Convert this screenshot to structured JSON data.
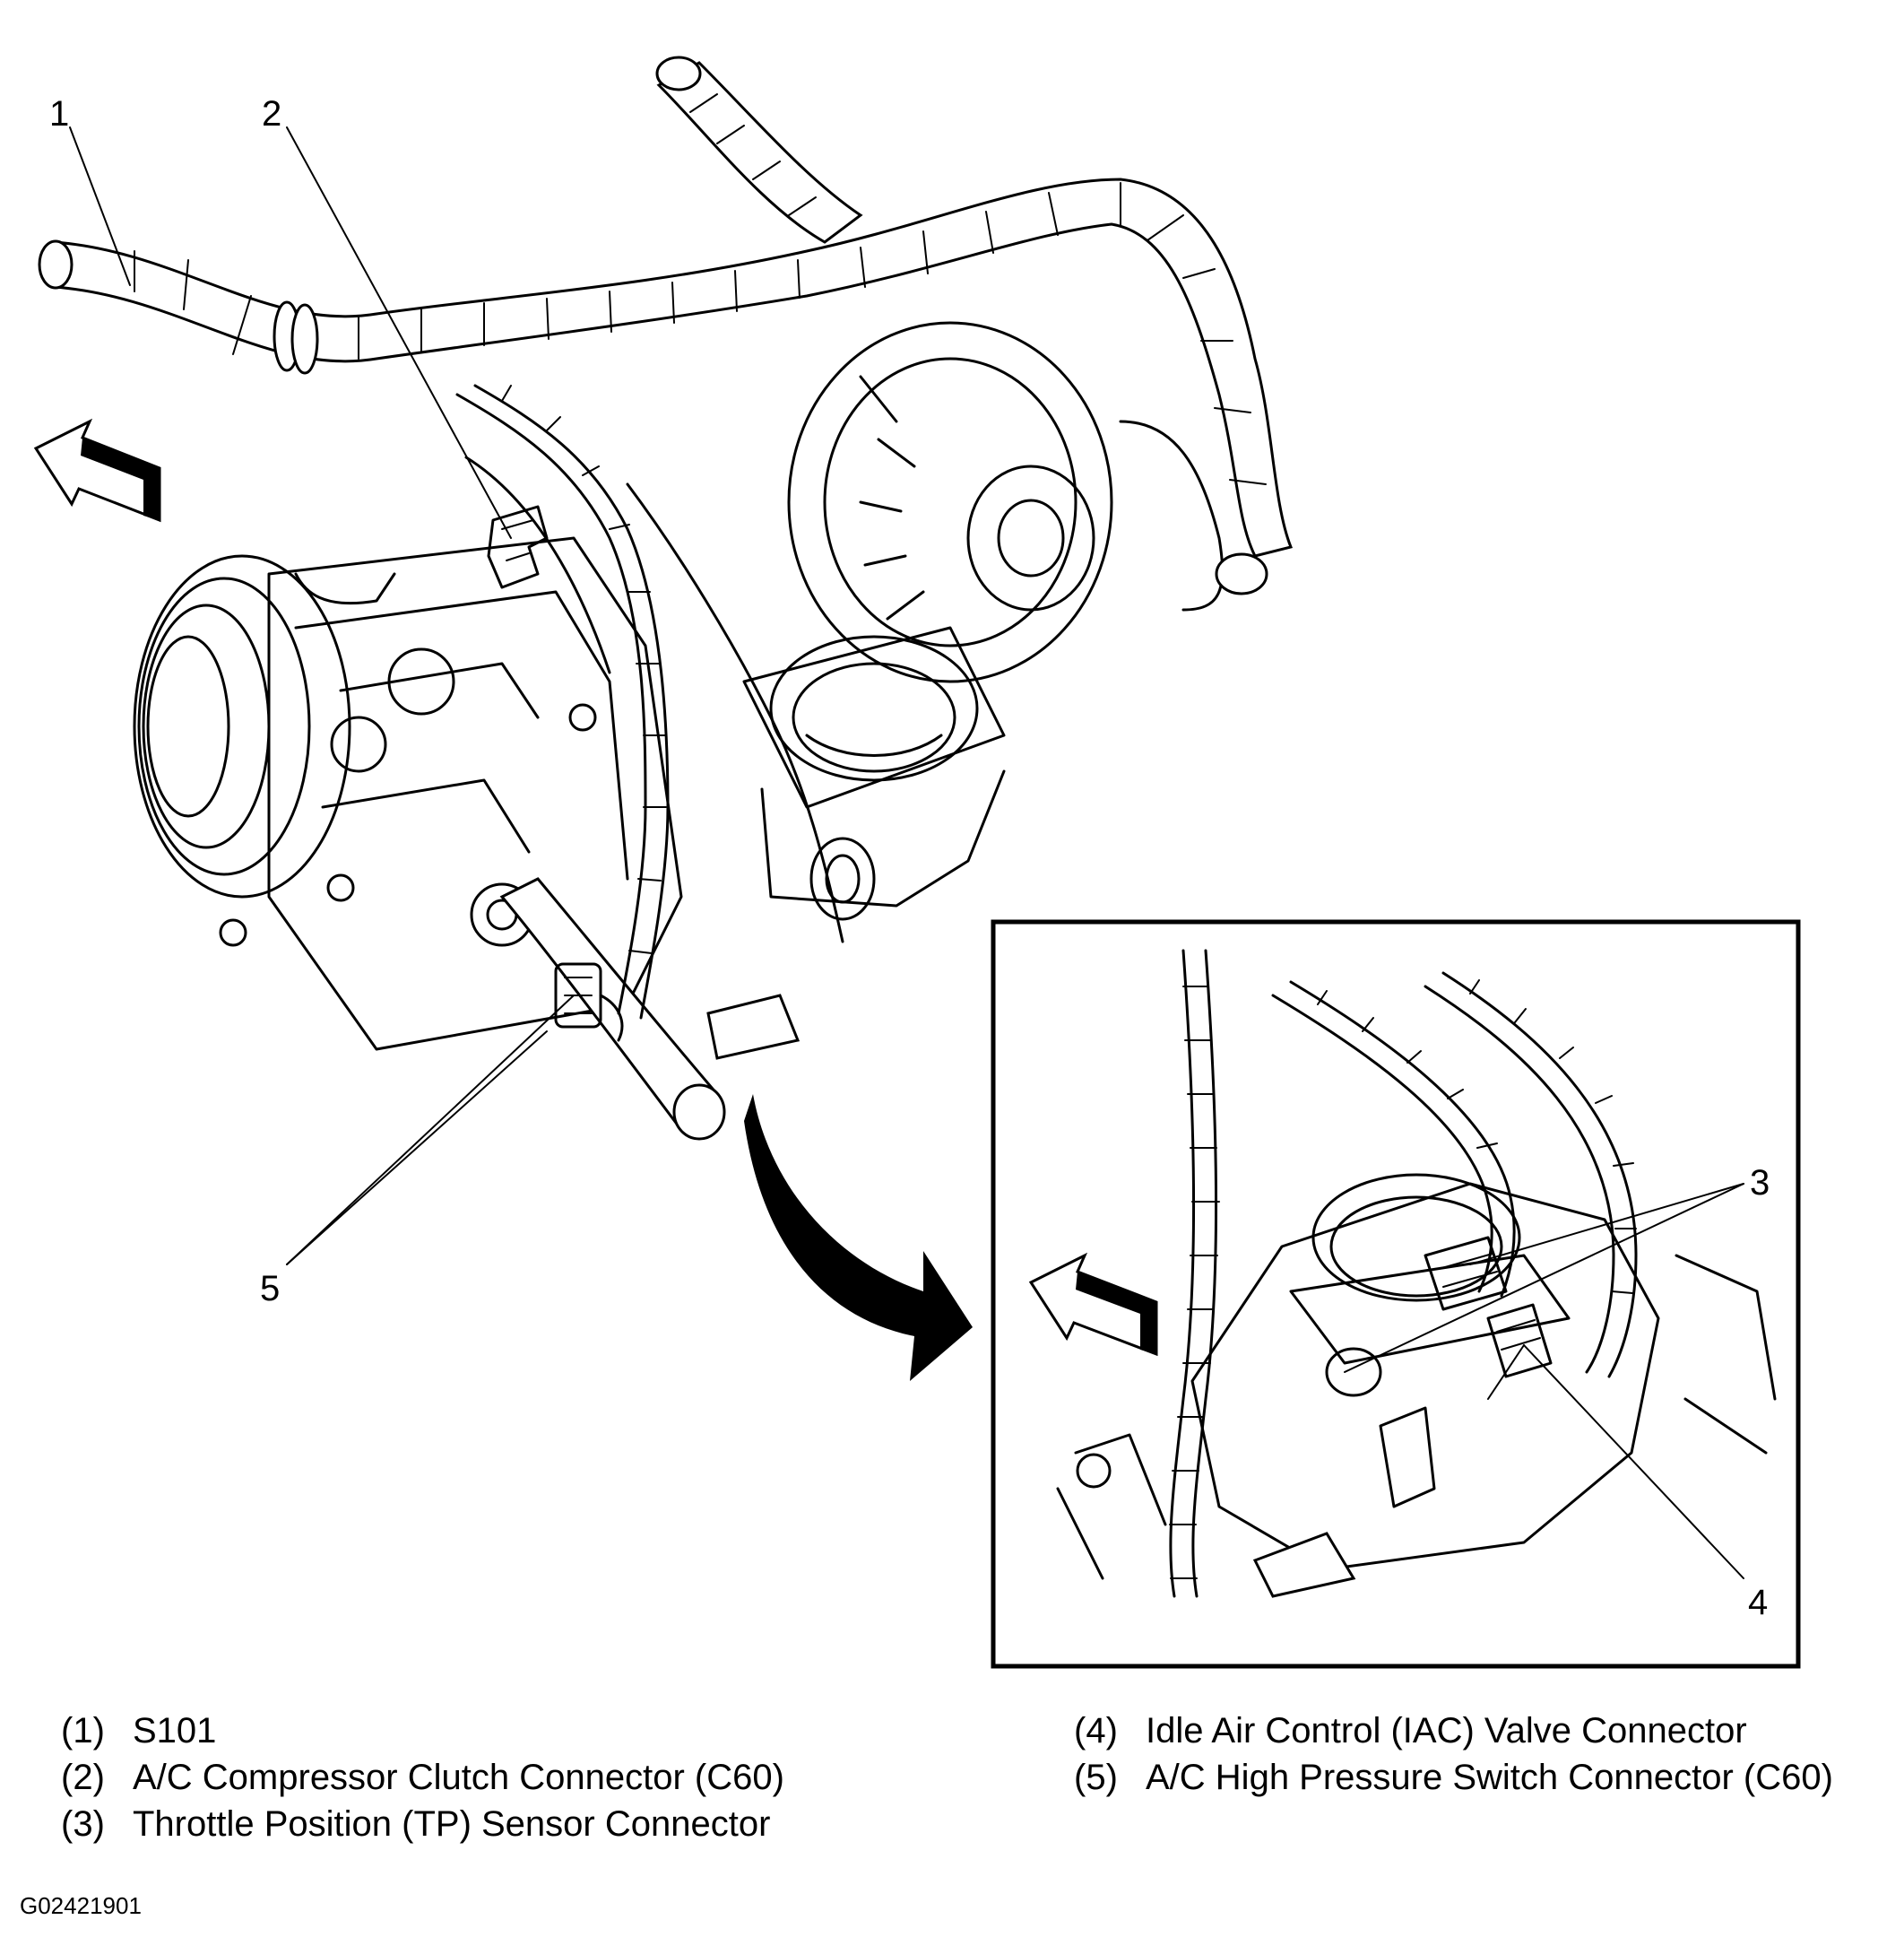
{
  "callouts": [
    "1",
    "2",
    "3",
    "4",
    "5"
  ],
  "legend": [
    {
      "num": "(1)",
      "text": "S101"
    },
    {
      "num": "(2)",
      "text": "A/C Compressor Clutch Connector (C60)"
    },
    {
      "num": "(3)",
      "text": "Throttle Position (TP) Sensor Connector"
    },
    {
      "num": "(4)",
      "text": "Idle Air Control (IAC) Valve Connector"
    },
    {
      "num": "(5)",
      "text": "A/C High Pressure Switch Connector (C60)"
    }
  ],
  "figure_id": "G02421901"
}
